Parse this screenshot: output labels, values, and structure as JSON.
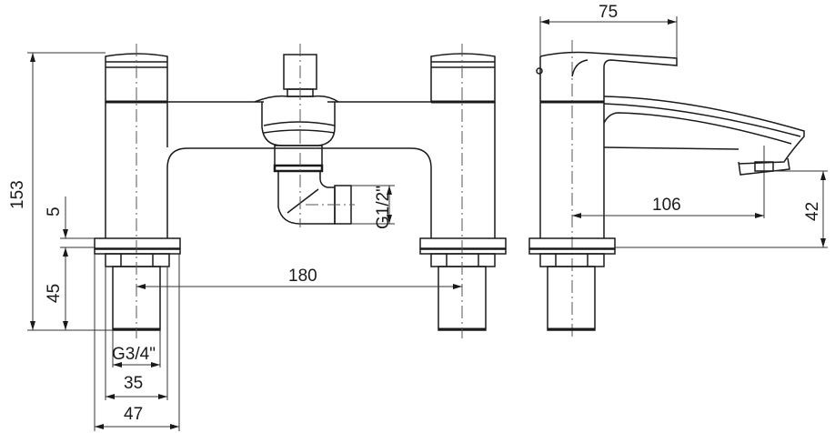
{
  "drawing": {
    "title": "Bath shower mixer technical drawing",
    "colors": {
      "line": "#1a1a1a",
      "dim": "#333333",
      "background": "#ffffff"
    },
    "views": [
      "front-view",
      "side-view"
    ]
  },
  "dimensions": {
    "overall_height": "153",
    "deck_plate": "5",
    "tail_length": "45",
    "centers": "180",
    "inlet_thread": "G3/4\"",
    "body_diameter": "35",
    "flange_diameter": "47",
    "shower_outlet_thread": "G1/2\"",
    "handle_depth": "75",
    "spout_reach": "106",
    "spout_height": "42"
  }
}
